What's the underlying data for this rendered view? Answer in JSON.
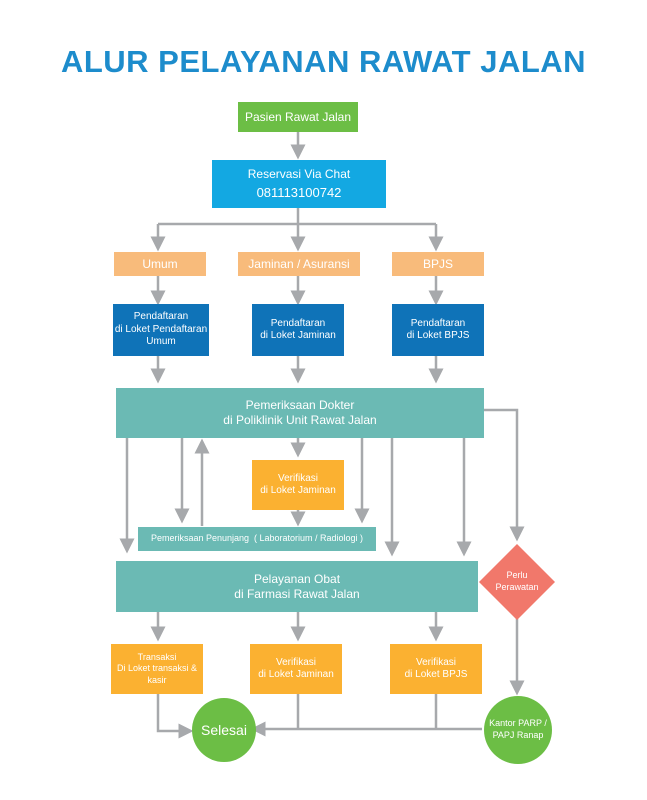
{
  "title": "ALUR PELAYANAN RAWAT JALAN",
  "nodes": {
    "pasien": "Pasien Rawat Jalan",
    "reservasi": {
      "line1": "Reservasi Via Chat",
      "line2": "081113100742"
    },
    "umum": "Umum",
    "jaminan": "Jaminan / Asuransi",
    "bpjs": "BPJS",
    "daftar_umum": {
      "line1": "Pendaftaran",
      "line2": "di Loket Pendaftaran",
      "line3": "Umum"
    },
    "daftar_jaminan": {
      "line1": "Pendaftaran",
      "line2": "di Loket Jaminan"
    },
    "daftar_bpjs": {
      "line1": "Pendaftaran",
      "line2": "di Loket BPJS"
    },
    "pemeriksaan": {
      "line1": "Pemeriksaan Dokter",
      "line2": "di Poliklinik Unit Rawat Jalan"
    },
    "verif_mid": {
      "line1": "Verifikasi",
      "line2": "di Loket Jaminan"
    },
    "penunjang": "Pemeriksaan Penunjang  ( Laboratorium / Radiologi )",
    "obat": {
      "line1": "Pelayanan Obat",
      "line2": "di Farmasi Rawat Jalan"
    },
    "perlu": {
      "line1": "Perlu",
      "line2": "Perawatan"
    },
    "transaksi": {
      "line1": "Transaksi",
      "line2": "Di Loket transaksi &",
      "line3": "kasir"
    },
    "verif_jaminan": {
      "line1": "Verifikasi",
      "line2": "di Loket Jaminan"
    },
    "verif_bpjs": {
      "line1": "Verifikasi",
      "line2": "di Loket BPJS"
    },
    "selesai": "Selesai",
    "kantor": {
      "line1": "Kantor PARP /",
      "line2": "PAPJ Ranap"
    }
  },
  "colors": {
    "title": "#1d8ccc",
    "green": "#6cbe45",
    "cyan": "#13a8e2",
    "peach": "#f8bb7b",
    "blue": "#0f73b8",
    "teal": "#6bbab4",
    "yellow": "#fbb131",
    "diamond": "#f1786b",
    "connector": "#a7a9ac"
  }
}
